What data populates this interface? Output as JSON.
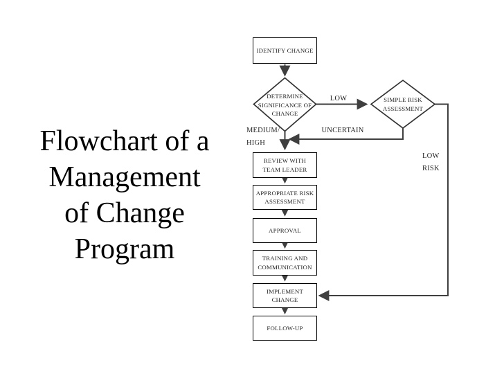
{
  "slide": {
    "background": "#ffffff",
    "title_lines": [
      "Flowchart of a",
      "Management",
      "of Change",
      "Program"
    ]
  },
  "flowchart": {
    "colors": {
      "connector": "#3f3f3f",
      "box_border": "#000000",
      "text": "#1f1f1f"
    },
    "nodes": [
      {
        "id": "identify-change",
        "shape": "rect",
        "lines": [
          "IDENTIFY CHANGE"
        ]
      },
      {
        "id": "determine-significance-of-change",
        "shape": "diamond",
        "lines": [
          "DETERMINE",
          "SIGNIFICANCE OF",
          "CHANGE"
        ]
      },
      {
        "id": "simple-risk-assessment",
        "shape": "diamond",
        "lines": [
          "SIMPLE RISK",
          "ASSESSMENT"
        ]
      },
      {
        "id": "review-with-team-leader",
        "shape": "rect",
        "lines": [
          "REVIEW WITH",
          "TEAM LEADER"
        ]
      },
      {
        "id": "appropriate-risk-assessment",
        "shape": "rect",
        "lines": [
          "APPROPRIATE RISK",
          "ASSESSMENT"
        ]
      },
      {
        "id": "approval",
        "shape": "rect",
        "lines": [
          "APPROVAL"
        ]
      },
      {
        "id": "training-and-communication",
        "shape": "rect",
        "lines": [
          "TRAINING AND",
          "COMMUNICATION"
        ]
      },
      {
        "id": "implement-change",
        "shape": "rect",
        "lines": [
          "IMPLEMENT",
          "CHANGE"
        ]
      },
      {
        "id": "follow-up",
        "shape": "rect",
        "lines": [
          "FOLLOW-UP"
        ]
      }
    ],
    "edge_labels": {
      "low": "LOW",
      "uncertain": "UNCERTAIN",
      "medium_high": [
        "MEDIUM/",
        "HIGH"
      ],
      "low_risk": [
        "LOW",
        "RISK"
      ]
    }
  }
}
